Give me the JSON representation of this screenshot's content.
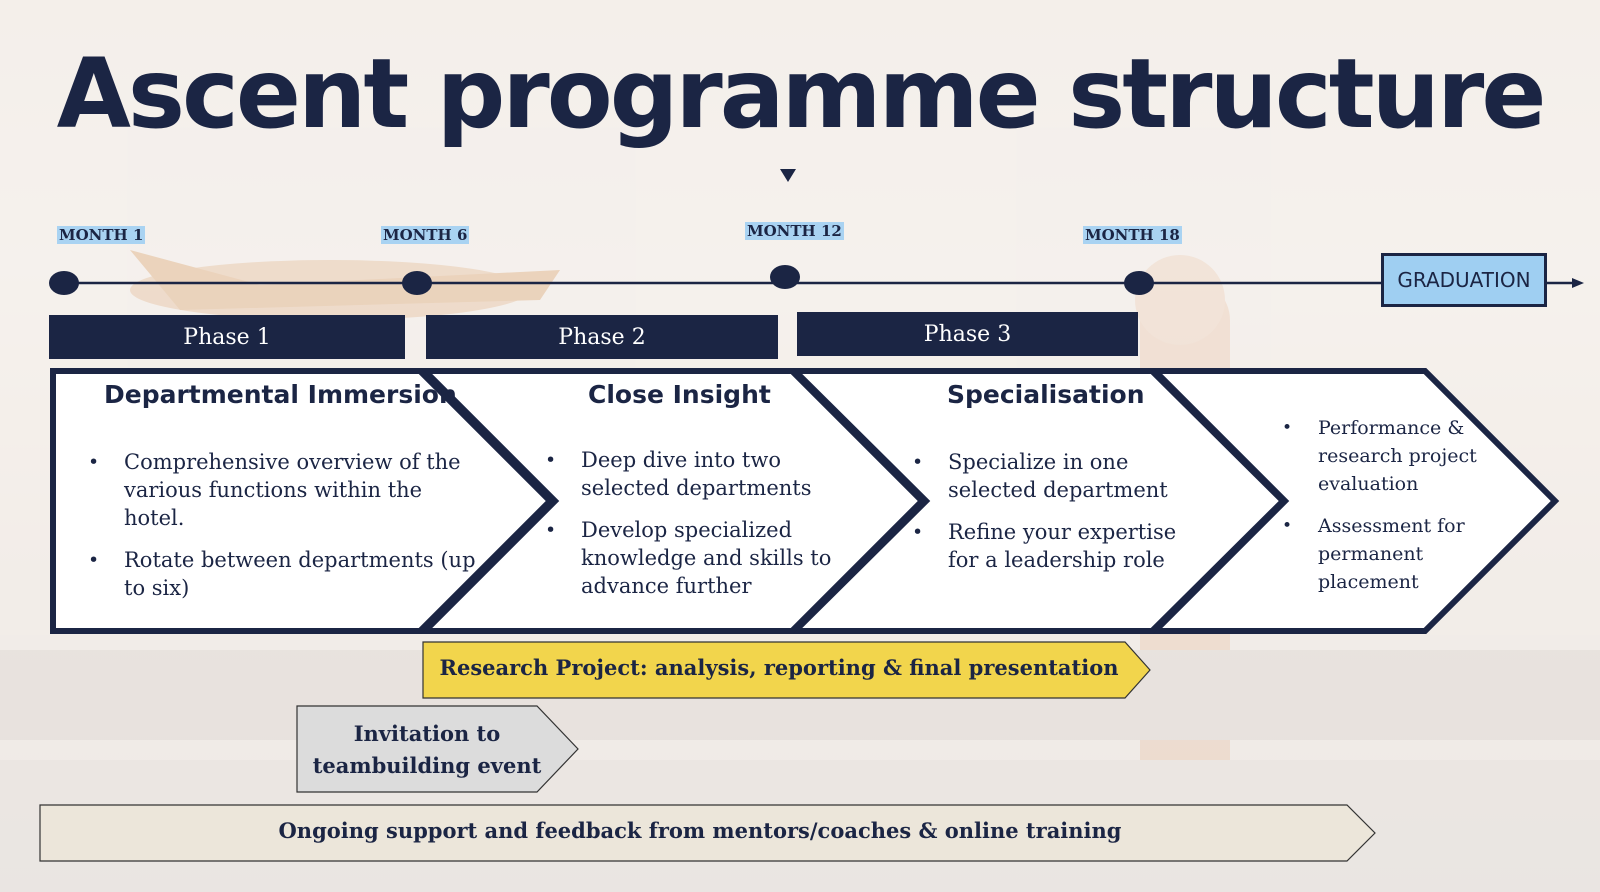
{
  "title": "Ascent programme structure",
  "timeline": {
    "milestones": [
      "MONTH 1",
      "MONTH 6",
      "MONTH 12",
      "MONTH 18"
    ],
    "end_label": "GRADUATION"
  },
  "phases": [
    "Phase 1",
    "Phase 2",
    "Phase 3"
  ],
  "stages": [
    {
      "title": "Departmental Immersion",
      "bullets": [
        "Comprehensive overview of the various functions within the hotel.",
        "Rotate between departments (up to six)"
      ]
    },
    {
      "title": "Close Insight",
      "bullets": [
        "Deep dive into two selected departments",
        "Develop specialized knowledge and skills to advance further"
      ]
    },
    {
      "title": "Specialisation",
      "bullets": [
        "Specialize in one selected department",
        "Refine your expertise for a leadership role"
      ]
    },
    {
      "title": "",
      "bullets": [
        "Performance & research project evaluation",
        "Assessment for permanent placement"
      ]
    }
  ],
  "bars": {
    "research": "Research Project: analysis, reporting & final presentation",
    "teambuilding_line1": "Invitation to",
    "teambuilding_line2": "teambuilding event",
    "support": "Ongoing support and feedback from mentors/coaches & online training"
  },
  "colors": {
    "navy": "#1b2544",
    "highlight": "#a9d3f2",
    "graduation": "#9fcff2",
    "research_bar": "#f2d54c",
    "teambuilding_bar": "#dcdcdc",
    "support_bar": "#ece6da"
  }
}
